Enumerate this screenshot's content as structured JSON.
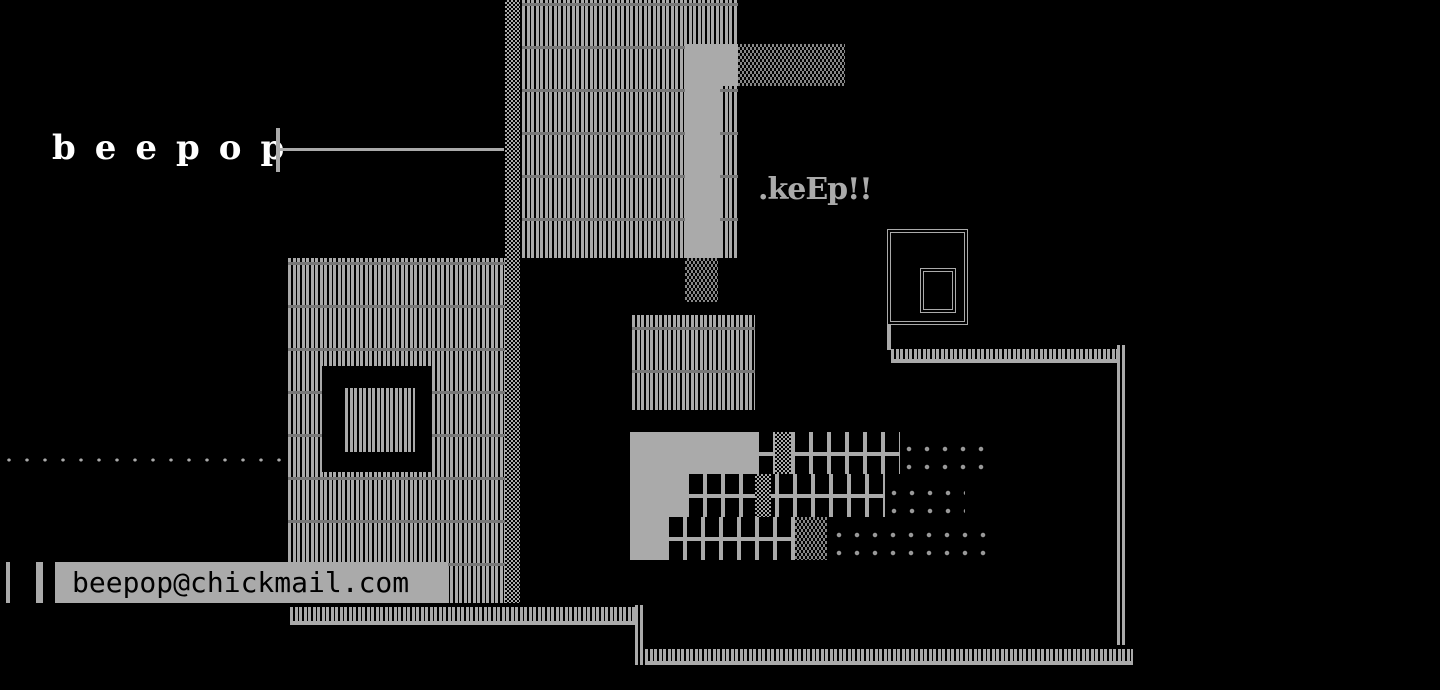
{
  "title": "beepop",
  "tagline": ".keEp!!",
  "email": "beepop@chickmail.com",
  "colors": {
    "background": "#000000",
    "foreground": "#aaaaaa",
    "highlight": "#ffffff"
  }
}
